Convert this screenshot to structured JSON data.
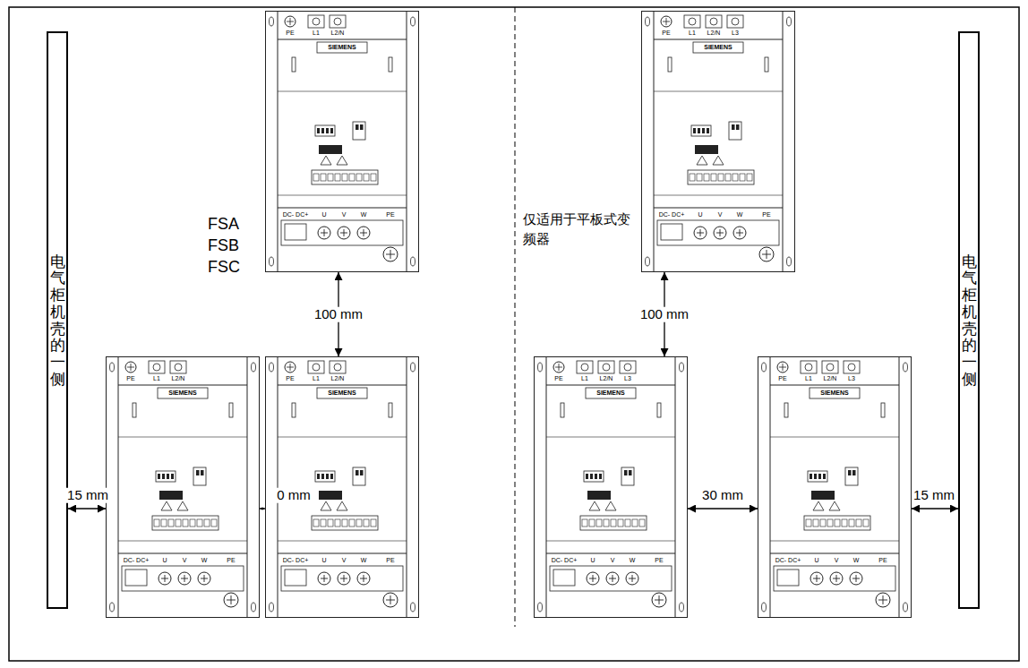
{
  "diagram": {
    "nodes": [
      {
        "text": [
          "电气柜机壳的一侧"
        ]
      },
      {
        "text": [
          "PE",
          "L1",
          "L2/N",
          "SIEMENS",
          "DC- DC+",
          "U",
          "V",
          "W",
          "PE"
        ]
      },
      {
        "text": [
          "PE",
          "L1",
          "L2/N",
          "SIEMENS",
          "DC- DC+",
          "U",
          "V",
          "W",
          "PE"
        ]
      },
      {
        "text": [
          "PE",
          "L1",
          "L2/N",
          "SIEMENS",
          "DC- DC+",
          "U",
          "V",
          "W",
          "PE"
        ]
      },
      {
        "text": [
          "PE",
          "L1",
          "L2/N",
          "L3",
          "SIEMENS",
          "DC- DC+",
          "U",
          "V",
          "W",
          "PE"
        ]
      },
      {
        "text": [
          "PE",
          "L1",
          "L2/N",
          "L3",
          "SIEMENS",
          "DC- DC+",
          "U",
          "V",
          "W",
          "PE"
        ]
      },
      {
        "text": [
          "PE",
          "L1",
          "L2/N",
          "L3",
          "SIEMENS",
          "DC- DC+",
          "U",
          "V",
          "W",
          "PE"
        ]
      },
      {
        "text": [
          "电气柜机壳的一侧"
        ]
      }
    ],
    "edges": [
      {
        "from": 1,
        "to": 3,
        "label": "100 mm",
        "arrow": "both"
      },
      {
        "from": 0,
        "to": 2,
        "label": "15 mm",
        "arrow": "both"
      },
      {
        "from": 2,
        "to": 3,
        "label": "0 mm",
        "arrow": "both"
      },
      {
        "from": 4,
        "to": 5,
        "label": "100 mm",
        "arrow": "both"
      },
      {
        "from": 5,
        "to": 6,
        "label": "30 mm",
        "arrow": "both"
      },
      {
        "from": 6,
        "to": 7,
        "label": "15 mm",
        "arrow": "both"
      }
    ],
    "labels": [
      "FSA",
      "FSB",
      "FSC",
      "仅适用于平板式变频器"
    ]
  }
}
